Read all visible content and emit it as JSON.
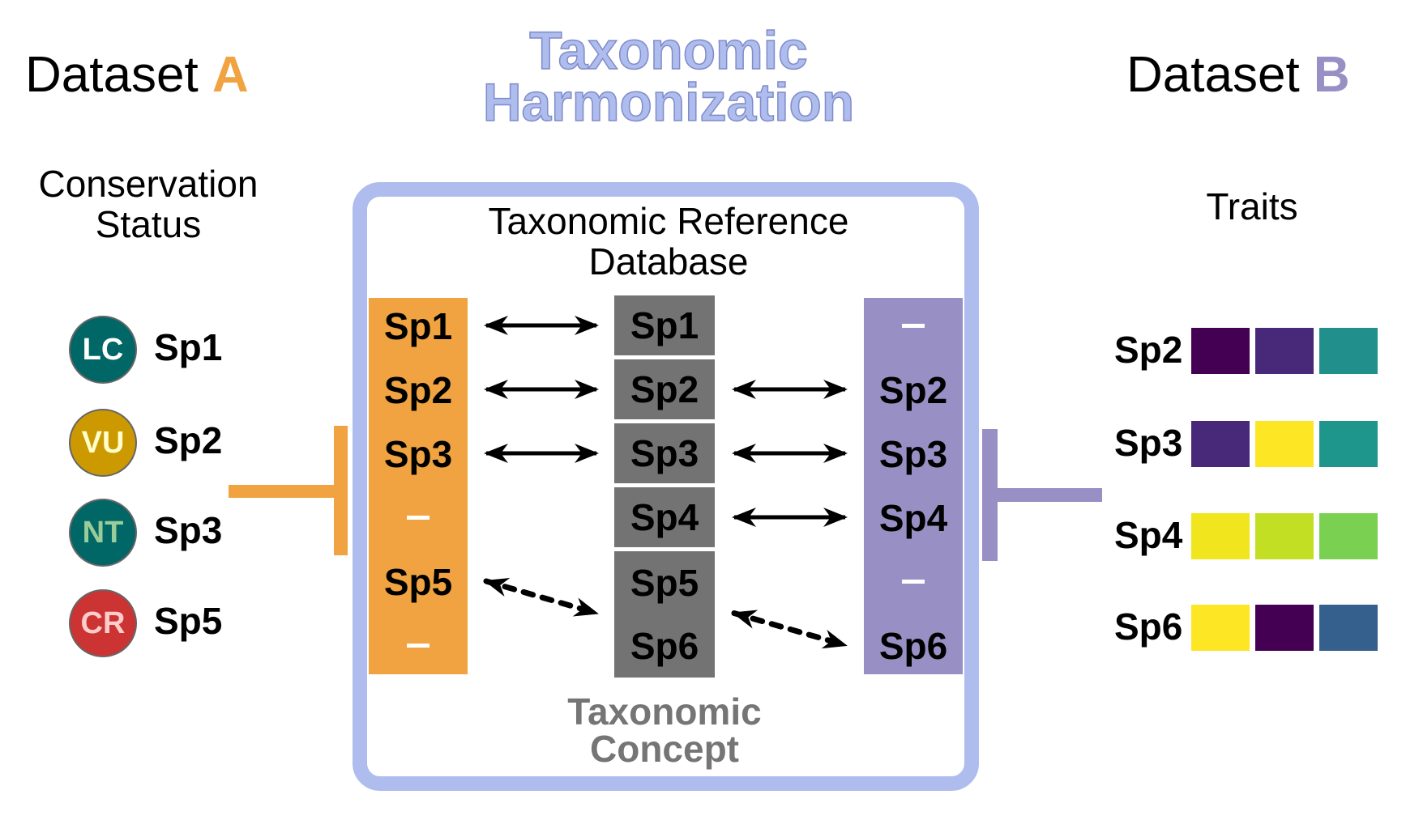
{
  "title": {
    "line1": "Taxonomic",
    "line2": "Harmonization"
  },
  "dataset_a": {
    "label": "Dataset",
    "letter": "A",
    "subtitle_line1": "Conservation",
    "subtitle_line2": "Status",
    "accent": "#F0A340",
    "statuses": [
      {
        "code": "LC",
        "species": "Sp1",
        "bg": "#006666",
        "fg": "#FFFFFF"
      },
      {
        "code": "VU",
        "species": "Sp2",
        "bg": "#CC9900",
        "fg": "#FFFFCC"
      },
      {
        "code": "NT",
        "species": "Sp3",
        "bg": "#006666",
        "fg": "#99CC99"
      },
      {
        "code": "CR",
        "species": "Sp5",
        "bg": "#CC3333",
        "fg": "#FFCCCC"
      }
    ]
  },
  "dataset_b": {
    "label": "Dataset",
    "letter": "B",
    "subtitle": "Traits",
    "accent": "#9890C4",
    "traits": [
      {
        "species": "Sp2",
        "colors": [
          "#440154",
          "#482878",
          "#21908C"
        ]
      },
      {
        "species": "Sp3",
        "colors": [
          "#482878",
          "#FDE725",
          "#1F968B"
        ]
      },
      {
        "species": "Sp4",
        "colors": [
          "#F1E51D",
          "#C2DF23",
          "#7AD151"
        ]
      },
      {
        "species": "Sp6",
        "colors": [
          "#FDE725",
          "#440154",
          "#355F8D"
        ]
      }
    ]
  },
  "reference": {
    "title_line1": "Taxonomic Reference",
    "title_line2": "Database",
    "concept_line1": "Taxonomic",
    "concept_line2": "Concept",
    "frame_color": "#AFBCEE"
  },
  "column_a": [
    "Sp1",
    "Sp2",
    "Sp3",
    "–",
    "Sp5",
    "–"
  ],
  "column_ref": [
    {
      "labels": [
        "Sp1"
      ]
    },
    {
      "labels": [
        "Sp2"
      ]
    },
    {
      "labels": [
        "Sp3"
      ]
    },
    {
      "labels": [
        "Sp4"
      ]
    },
    {
      "labels": [
        "Sp5",
        "Sp6"
      ]
    }
  ],
  "column_b": [
    "–",
    "Sp2",
    "Sp3",
    "Sp4",
    "–",
    "Sp6"
  ],
  "links_a": [
    {
      "from_row": 0,
      "to_row": 0,
      "style": "solid"
    },
    {
      "from_row": 1,
      "to_row": 1,
      "style": "solid"
    },
    {
      "from_row": 2,
      "to_row": 2,
      "style": "solid"
    },
    {
      "from_row": 4,
      "to_row": 4.5,
      "style": "dashed"
    }
  ],
  "links_b": [
    {
      "from_row": 1,
      "to_row": 1,
      "style": "solid"
    },
    {
      "from_row": 2,
      "to_row": 2,
      "style": "solid"
    },
    {
      "from_row": 3,
      "to_row": 3,
      "style": "solid"
    },
    {
      "from_row": 4.5,
      "to_row": 5,
      "style": "dashed"
    }
  ]
}
